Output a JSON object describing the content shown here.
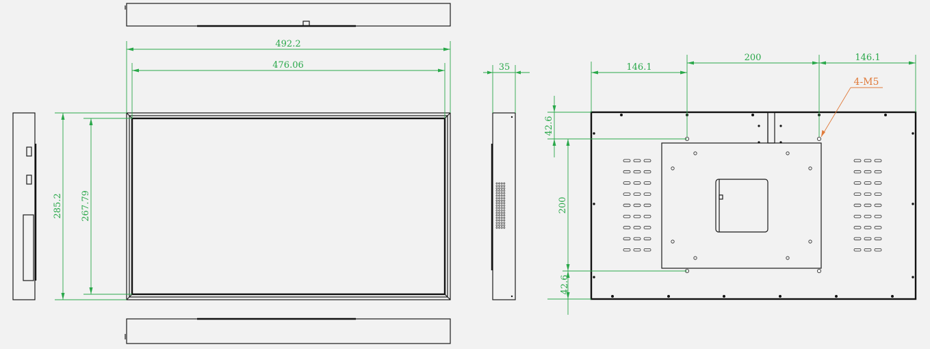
{
  "drawing": {
    "dimensions": {
      "overall_width": "492.2",
      "screen_width": "476.06",
      "depth": "35",
      "overall_height": "285.2",
      "screen_height": "267.79",
      "mount_left_offset": "146.1",
      "mount_spacing_h": "200",
      "mount_right_offset": "146.1",
      "mount_top_offset": "42.6",
      "mount_spacing_v": "200",
      "mount_bottom_offset": "42.6"
    },
    "callouts": {
      "mount_holes": "4-M5"
    },
    "colors": {
      "dimension": "#2aa84a",
      "callout": "#e07a3a",
      "outline": "#1a1a1a"
    }
  }
}
